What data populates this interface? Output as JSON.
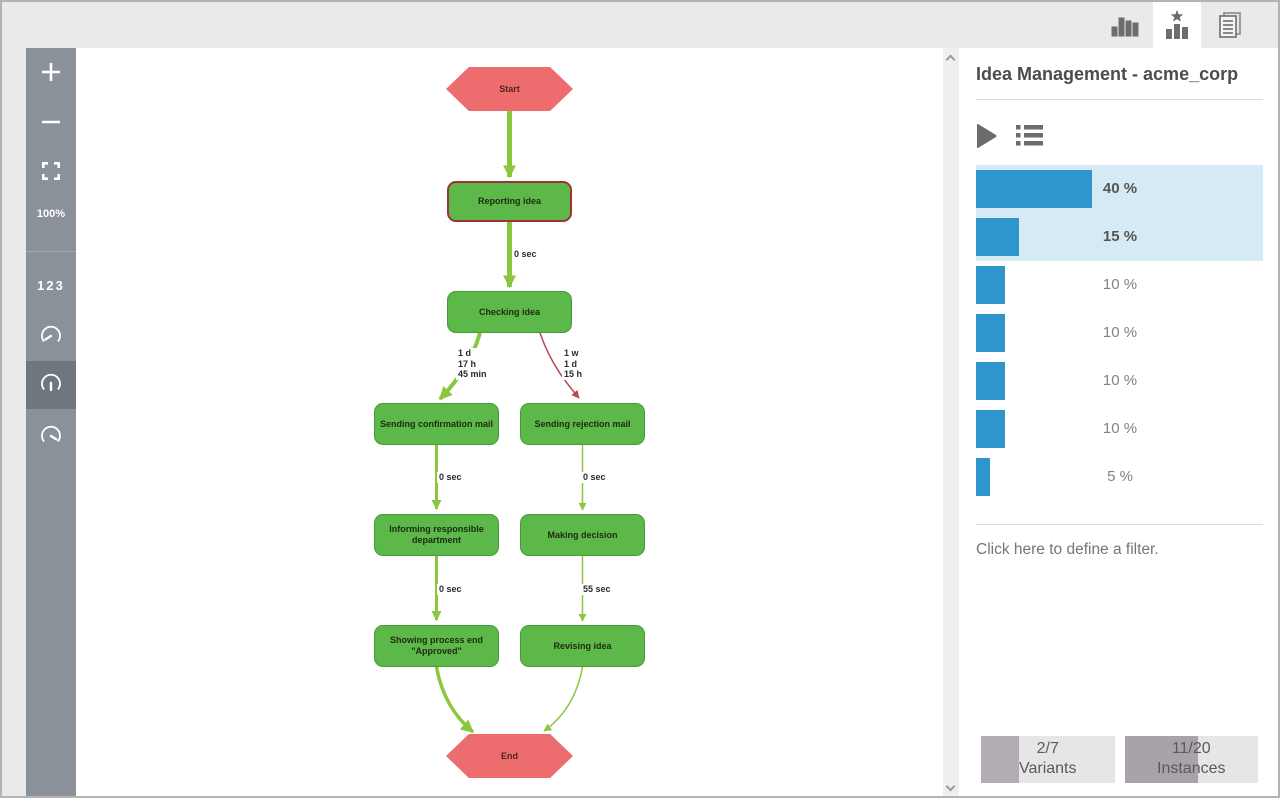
{
  "topbar": {
    "tabs": [
      {
        "id": "chart-view",
        "icon": "bar-chart-icon",
        "active": false
      },
      {
        "id": "variant-explorer",
        "icon": "star-chart-icon",
        "active": true
      },
      {
        "id": "case-list",
        "icon": "documents-icon",
        "active": false
      }
    ]
  },
  "sidebar": {
    "zoom_level": "100%",
    "numbers_label": "123",
    "icons": [
      "zoom-in-icon",
      "zoom-out-icon",
      "fit-to-screen-icon",
      "gauge-left-icon",
      "gauge-center-icon",
      "gauge-right-icon"
    ]
  },
  "flowchart": {
    "nodes": {
      "start": {
        "label": "Start"
      },
      "reporting": {
        "label": "Reporting idea"
      },
      "checking": {
        "label": "Checking idea"
      },
      "confirmation": {
        "label": "Sending confirmation mail"
      },
      "rejection": {
        "label": "Sending rejection mail"
      },
      "informing": {
        "label": "Informing responsible\ndepartment"
      },
      "decision": {
        "label": "Making decision"
      },
      "showing": {
        "label": "Showing process end\n\"Approved\""
      },
      "revising": {
        "label": "Revising idea"
      },
      "end": {
        "label": "End"
      }
    },
    "edge_labels": {
      "reporting_to_checking": "0 sec",
      "checking_to_confirmation": "1 d\n17 h\n45 min",
      "checking_to_rejection": "1 w\n1 d\n15 h",
      "confirmation_to_informing": "0 sec",
      "rejection_to_decision": "0 sec",
      "informing_to_showing": "0 sec",
      "decision_to_revising": "55 sec"
    },
    "colors": {
      "activity_green": "#5cb849",
      "edge_green": "#8cc63e",
      "edge_red": "#b44b4d",
      "endpoint_red": "#ed6d6e"
    }
  },
  "panel": {
    "title": "Idea Management - acme_corp",
    "variants": [
      {
        "label": "40 %",
        "value": 40,
        "selected": true
      },
      {
        "label": "15 %",
        "value": 15,
        "selected": true
      },
      {
        "label": "10 %",
        "value": 10,
        "selected": false
      },
      {
        "label": "10 %",
        "value": 10,
        "selected": false
      },
      {
        "label": "10 %",
        "value": 10,
        "selected": false
      },
      {
        "label": "10 %",
        "value": 10,
        "selected": false
      },
      {
        "label": "5 %",
        "value": 5,
        "selected": false
      }
    ],
    "filter_hint": "Click here to define a filter.",
    "stats": {
      "variants": {
        "value": "2/7",
        "label": "Variants",
        "fill_percent": 28.6,
        "fill_color": "#b2acb3"
      },
      "instances": {
        "value": "11/20",
        "label": "Instances",
        "fill_percent": 55,
        "fill_color": "#a8a3a9"
      }
    },
    "colors": {
      "bar_blue": "#2e96cc",
      "selection_bg": "#d6eaf6"
    }
  },
  "chart_data": {
    "type": "bar",
    "orientation": "horizontal",
    "values": [
      40,
      15,
      10,
      10,
      10,
      10,
      5
    ],
    "unit": "%",
    "tick_labels": [
      "40 %",
      "15 %",
      "10 %",
      "10 %",
      "10 %",
      "10 %",
      "5 %"
    ],
    "selected_indices": [
      0,
      1
    ],
    "legend": "off",
    "axis": "off"
  }
}
